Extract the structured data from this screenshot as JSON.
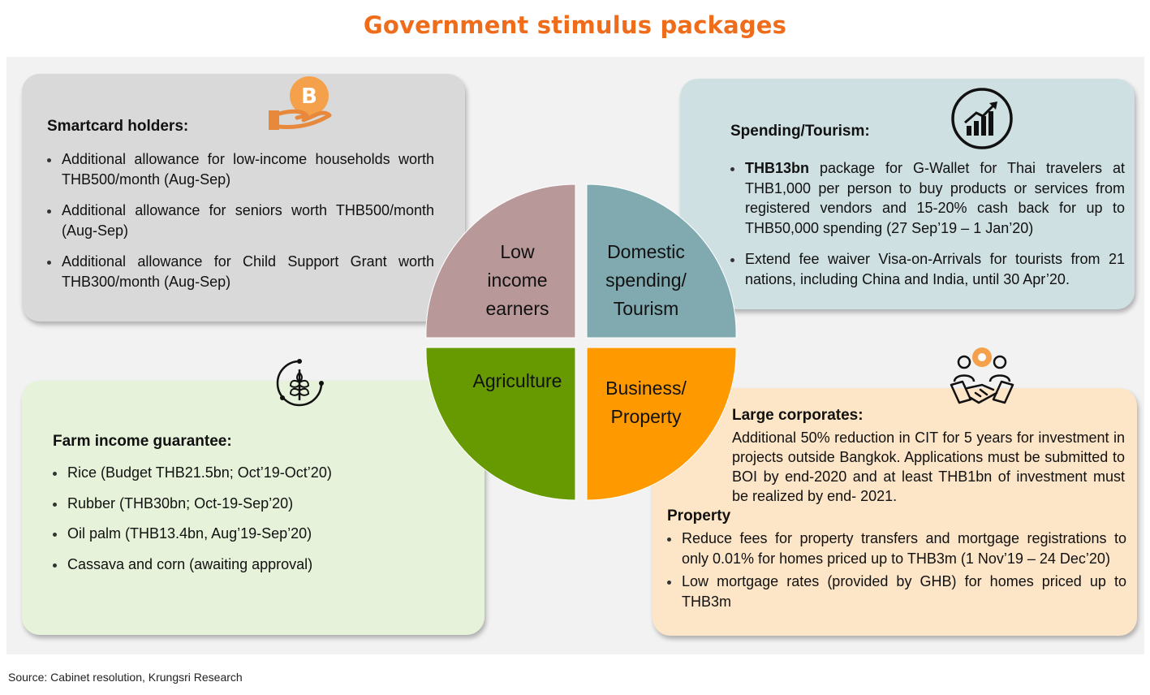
{
  "title": "Government stimulus packages",
  "colors": {
    "title": "#ef6c1a",
    "low_income": "#b89898",
    "domestic": "#80aab0",
    "agriculture": "#669a00",
    "business": "#ff9900",
    "icon_orange": "#f5a04a"
  },
  "quadrants": {
    "low_income": {
      "lines": [
        "Low",
        "income",
        "earners"
      ]
    },
    "domestic": {
      "lines": [
        "Domestic",
        "spending/",
        "Tourism"
      ]
    },
    "agriculture": {
      "lines": [
        "Agriculture"
      ]
    },
    "business": {
      "lines": [
        "Business/",
        "Property"
      ]
    }
  },
  "smartcard": {
    "heading": "Smartcard holders:",
    "icon": "bitcoin-hand-icon",
    "items": [
      "Additional allowance for low-income households worth THB500/month (Aug-Sep)",
      "Additional allowance for seniors worth THB500/month (Aug-Sep)",
      "Additional allowance for Child Support Grant worth THB300/month (Aug-Sep)"
    ]
  },
  "tourism": {
    "heading": "Spending/Tourism:",
    "icon": "growth-chart-icon",
    "items": [
      {
        "bold": "THB13bn",
        "text": " package for G-Wallet for Thai travelers at THB1,000 per person to buy products or services from registered vendors and 15-20% cash back for up to THB50,000 spending (27 Sep’19 – 1 Jan’20)"
      },
      {
        "bold": "",
        "text": "Extend fee waiver Visa-on-Arrivals for tourists from 21 nations, including China and India, until 30 Apr’20."
      }
    ]
  },
  "farm": {
    "heading": "Farm income guarantee:",
    "icon": "wheat-icon",
    "items": [
      "Rice (Budget THB21.5bn; Oct’19-Oct’20)",
      "Rubber (THB30bn; Oct-19-Sep’20)",
      "Oil palm (THB13.4bn, Aug’19-Sep’20)",
      "Cassava and corn (awaiting approval)"
    ]
  },
  "corporate": {
    "heading": "Large corporates:",
    "icon": "handshake-icon",
    "text": "Additional 50% reduction in CIT for 5 years for investment in projects outside Bangkok. Applications must be submitted to BOI by end-2020 and at least THB1bn of investment must be realized by end- 2021.",
    "property_heading": "Property",
    "property_items": [
      "Reduce fees for property transfers and mortgage registrations to only 0.01% for homes priced up to THB3m (1 Nov’19 – 24 Dec’20)",
      "Low mortgage rates (provided by GHB) for homes priced up to THB3m"
    ]
  },
  "footer": "Source: Cabinet resolution, Krungsri Research"
}
